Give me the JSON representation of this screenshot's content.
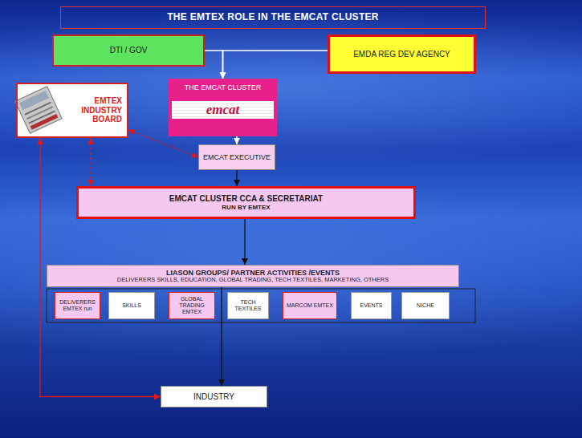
{
  "diagram": {
    "title": "THE EMTEX ROLE IN THE EMCAT CLUSTER",
    "nodes": [
      {
        "text": [
          "DTI / GOV"
        ]
      },
      {
        "text": [
          "EMDA REG DEV AGENCY"
        ]
      },
      {
        "text": [
          "EMTEX INDUSTRY BOARD"
        ]
      },
      {
        "text": [
          "THE EMCAT CLUSTER",
          "emcat"
        ]
      },
      {
        "text": [
          "EMCAT EXECUTIVE"
        ]
      },
      {
        "text": [
          "EMCAT CLUSTER CCA & SECRETARIAT",
          "RUN BY EMTEX"
        ]
      },
      {
        "text": [
          "LIASON GROUPS/ PARTNER ACTIVITIES /EVENTS",
          "DELIVERERS SKILLS, EDUCATION, GLOBAL TRADING, TECH TEXTILES, MARKETING, OTHERS"
        ]
      },
      {
        "text": [
          "DELIVERERS EMTEX run"
        ]
      },
      {
        "text": [
          "SKILLS"
        ]
      },
      {
        "text": [
          "GLOBAL TRADING EMTEX"
        ]
      },
      {
        "text": [
          "TECH TEXTILES"
        ]
      },
      {
        "text": [
          "MARCOM EMTEX"
        ]
      },
      {
        "text": [
          "EVENTS"
        ]
      },
      {
        "text": [
          "NICHE"
        ]
      },
      {
        "text": [
          "INDUSTRY"
        ]
      }
    ],
    "edges": [
      {
        "from": 0,
        "to": 3,
        "arrow": "to"
      },
      {
        "from": 1,
        "to": 3,
        "arrow": "to"
      },
      {
        "from": 3,
        "to": 4,
        "arrow": "to"
      },
      {
        "from": 2,
        "to": 4,
        "arrow": "both"
      },
      {
        "from": 2,
        "to": 5,
        "arrow": "both"
      },
      {
        "from": 4,
        "to": 5,
        "arrow": "to"
      },
      {
        "from": 5,
        "to": 6,
        "arrow": "to"
      },
      {
        "from": 6,
        "to": 14,
        "arrow": "to"
      },
      {
        "from": 14,
        "to": 2,
        "arrow": "both"
      }
    ]
  }
}
